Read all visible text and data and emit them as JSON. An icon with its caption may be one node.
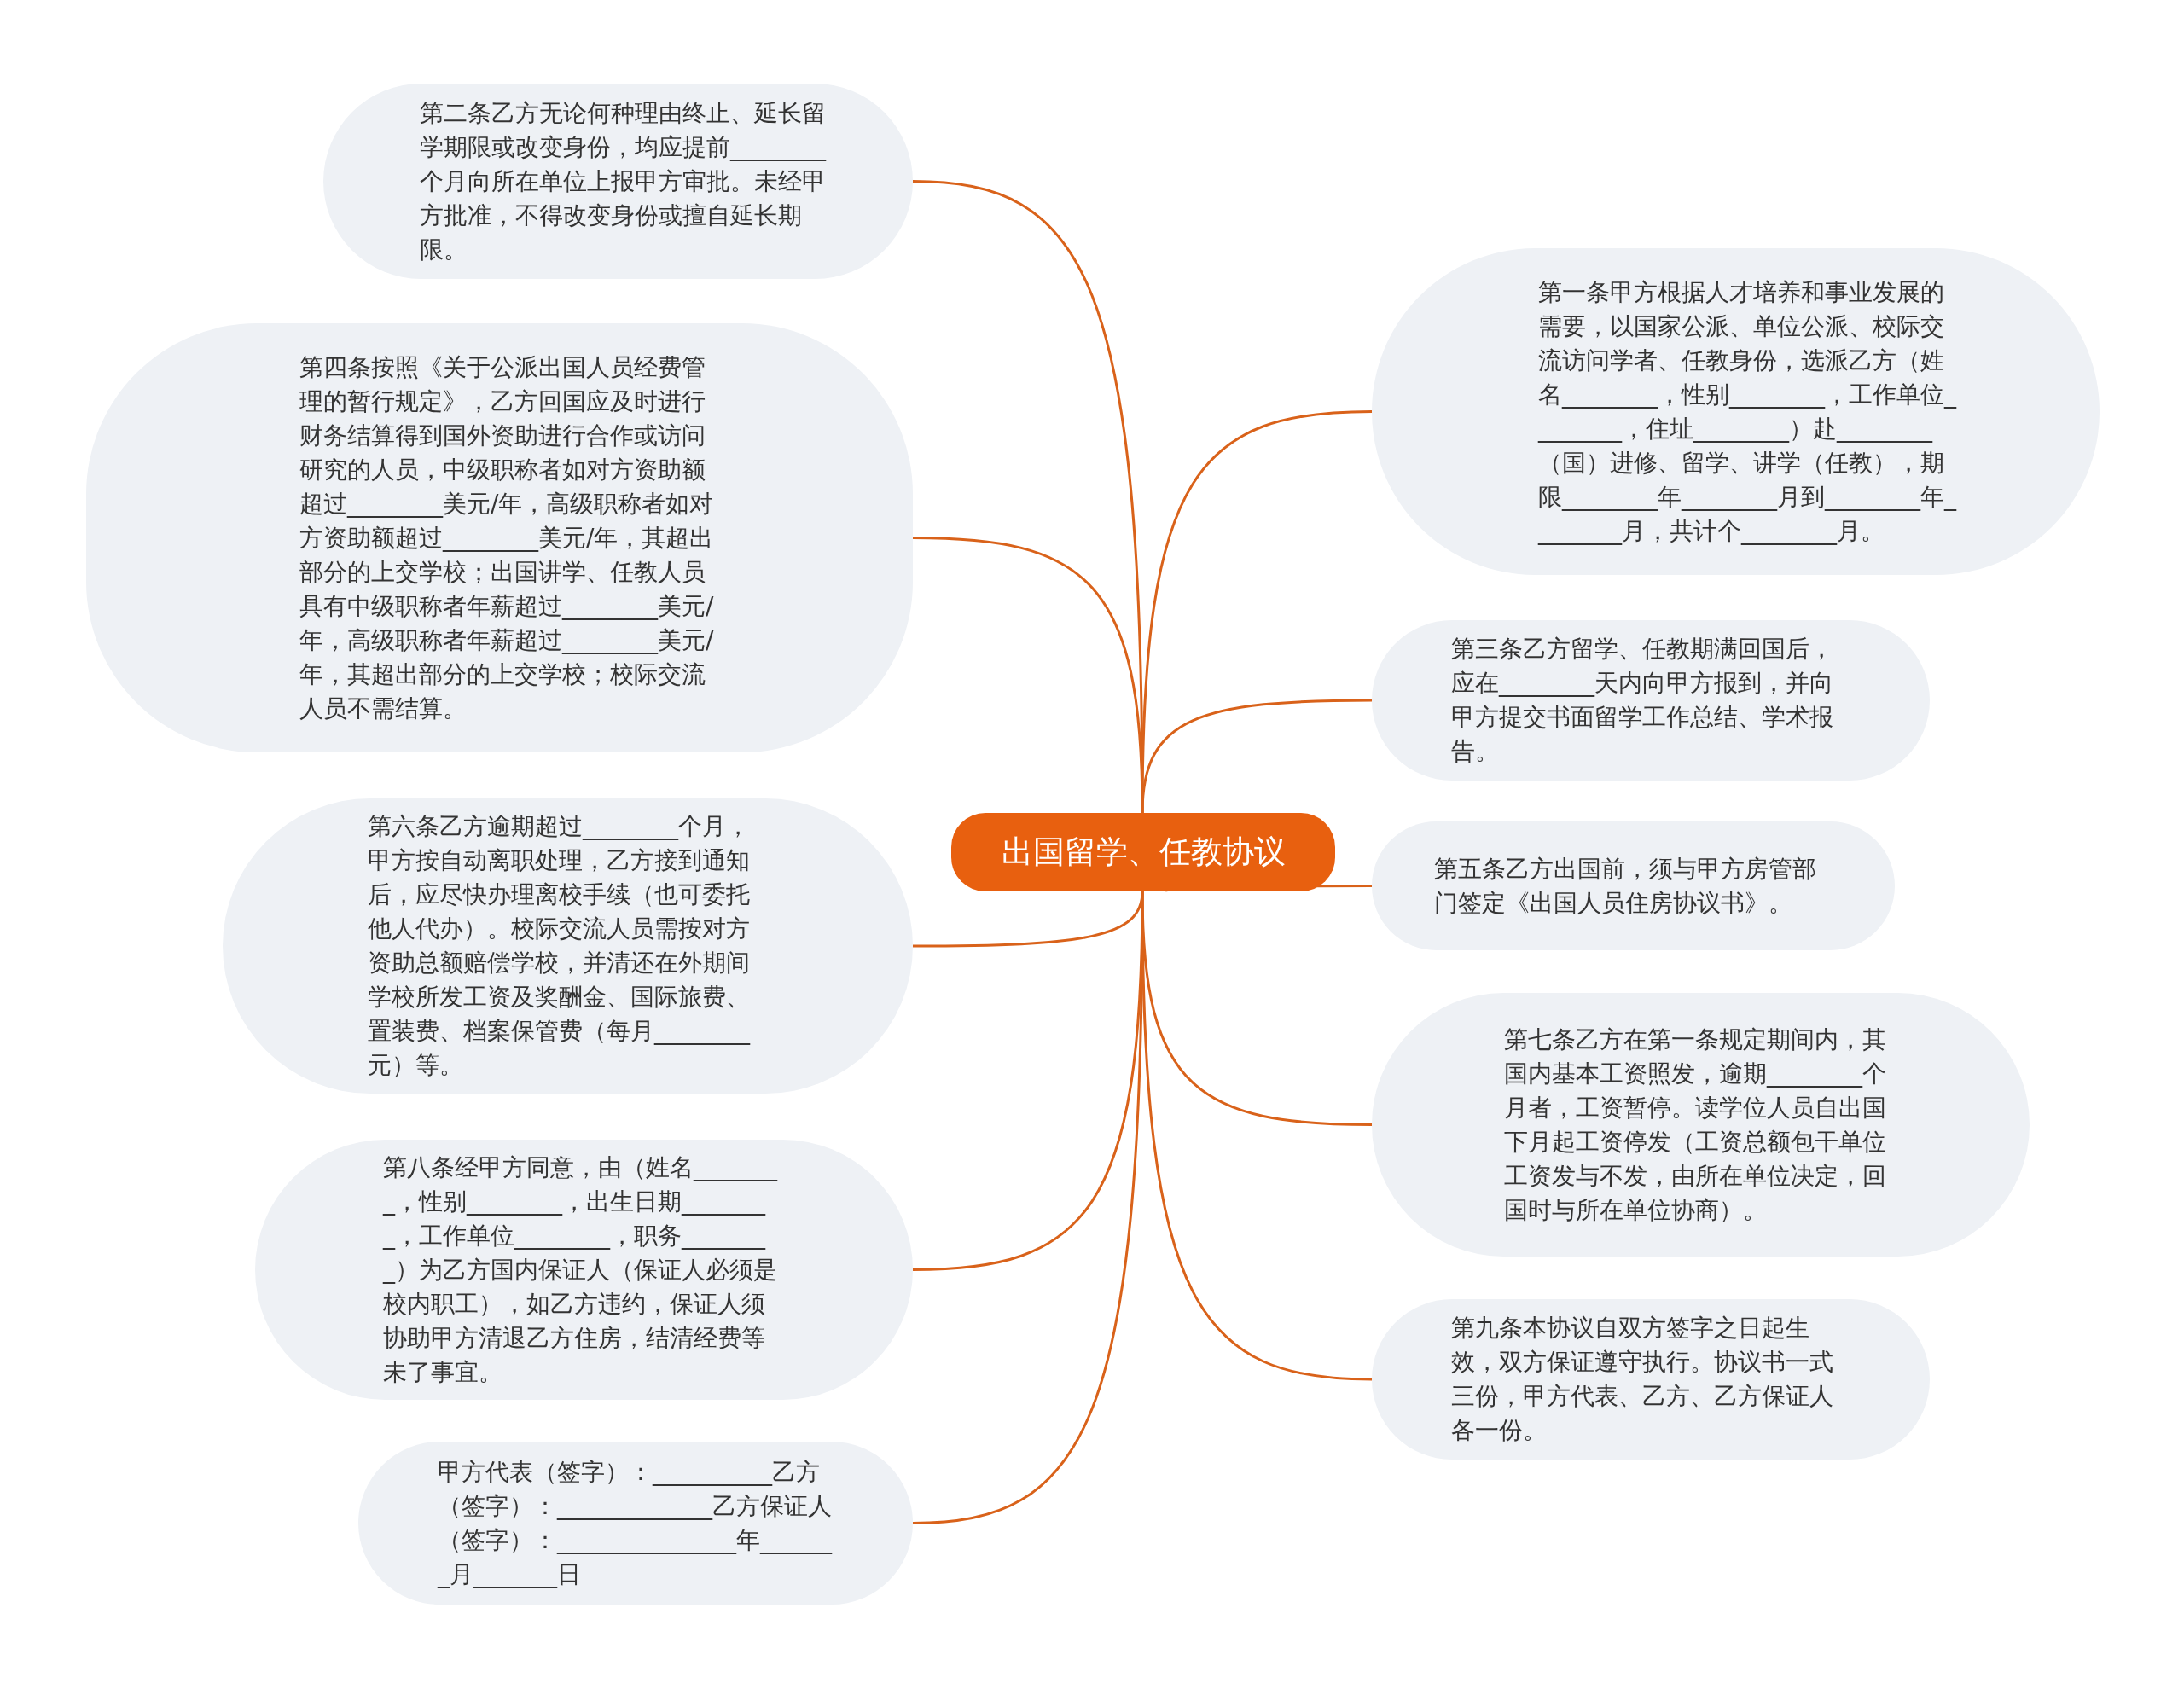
{
  "diagram": {
    "nodes": [
      {
        "text": [
          "出国留学、任教协议"
        ]
      },
      {
        "text": [
          "第二条乙方无论何种理由终止、延长留学期限或改变身份，均应提前________个月向所在单位上报甲方审批。未经甲方批准，不得改变身份或擅自延长期限。"
        ]
      },
      {
        "text": [
          "第四条按照《关于公派出国人员经费管理的暂行规定》，乙方回国应及时进行财务结算得到国外资助进行合作或访问研究的人员，中级职称者如对方资助额超过________美元/年，高级职称者如对方资助额超过________美元/年，其超出部分的上交学校；出国讲学、任教人员具有中级职称者年薪超过________美元/年，高级职称者年薪超过________美元/年，其超出部分的上交学校；校际交流人员不需结算。"
        ]
      },
      {
        "text": [
          "第六条乙方逾期超过________个月，甲方按自动离职处理，乙方接到通知后，应尽快办理离校手续（也可委托他人代办）。校际交流人员需按对方资助总额赔偿学校，并清还在外期间学校所发工资及奖酬金、国际旅费、置装费、档案保管费（每月________元）等。"
        ]
      },
      {
        "text": [
          "第八条经甲方同意，由（姓名________，性别________，出生日期________，工作单位________，职务________）为乙方国内保证人（保证人必须是校内职工），如乙方违约，保证人须协助甲方清退乙方住房，结清经费等未了事宜。"
        ]
      },
      {
        "text": [
          "甲方代表（签字）：__________乙方（签字）：_____________乙方保证人（签字）：_______________年_______月_______日"
        ]
      },
      {
        "text": [
          "第一条甲方根据人才培养和事业发展的需要，以国家公派、单位公派、校际交流访问学者、任教身份，选派乙方（姓名________，性别________，工作单位________，住址________）赴________（国）进修、留学、讲学（任教），期限________年________月到________年________月，共计个________月。"
        ]
      },
      {
        "text": [
          "第三条乙方留学、任教期满回国后，应在________天内向甲方报到，并向甲方提交书面留学工作总结、学术报告。"
        ]
      },
      {
        "text": [
          "第五条乙方出国前，须与甲方房管部门签定《出国人员住房协议书》。"
        ]
      },
      {
        "text": [
          "第七条乙方在第一条规定期间内，其国内基本工资照发，逾期________个月者，工资暂停。读学位人员自出国下月起工资停发（工资总额包干单位工资发与不发，由所在单位决定，回国时与所在单位协商）。"
        ]
      },
      {
        "text": [
          "第九条本协议自双方签字之日起生效，双方保证遵守执行。协议书一式三份，甲方代表、乙方、乙方保证人各一份。"
        ]
      }
    ],
    "edges": [
      {
        "from": 0,
        "to": 1,
        "arrow": "none"
      },
      {
        "from": 0,
        "to": 2,
        "arrow": "none"
      },
      {
        "from": 0,
        "to": 3,
        "arrow": "none"
      },
      {
        "from": 0,
        "to": 4,
        "arrow": "none"
      },
      {
        "from": 0,
        "to": 5,
        "arrow": "none"
      },
      {
        "from": 0,
        "to": 6,
        "arrow": "none"
      },
      {
        "from": 0,
        "to": 7,
        "arrow": "none"
      },
      {
        "from": 0,
        "to": 8,
        "arrow": "none"
      },
      {
        "from": 0,
        "to": 9,
        "arrow": "none"
      },
      {
        "from": 0,
        "to": 10,
        "arrow": "none"
      }
    ]
  }
}
